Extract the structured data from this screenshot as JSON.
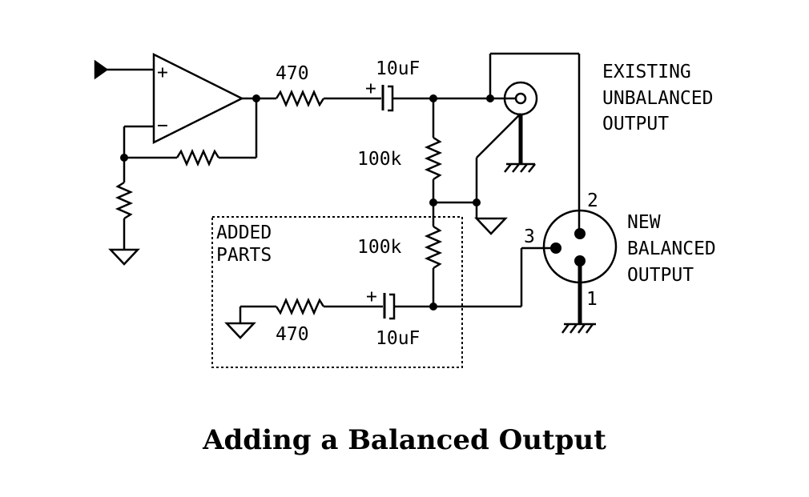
{
  "diagram": {
    "caption": "Adding a Balanced Output",
    "labels": {
      "r_out_value": "470",
      "c_out_value": "10uF",
      "r_top_value": "100k",
      "r_bottom_value": "100k",
      "c_added_value": "10uF",
      "r_added_value": "470",
      "opamp_plus": "+",
      "opamp_minus": "−",
      "cap_plus_top": "+",
      "cap_plus_added": "+",
      "added_parts_line1": "ADDED",
      "added_parts_line2": "PARTS",
      "unbalanced_line1": "EXISTING",
      "unbalanced_line2": "UNBALANCED",
      "unbalanced_line3": "OUTPUT",
      "balanced_line1": "NEW",
      "balanced_line2": "BALANCED",
      "balanced_line3": "OUTPUT",
      "pin1": "1",
      "pin2": "2",
      "pin3": "3"
    }
  }
}
